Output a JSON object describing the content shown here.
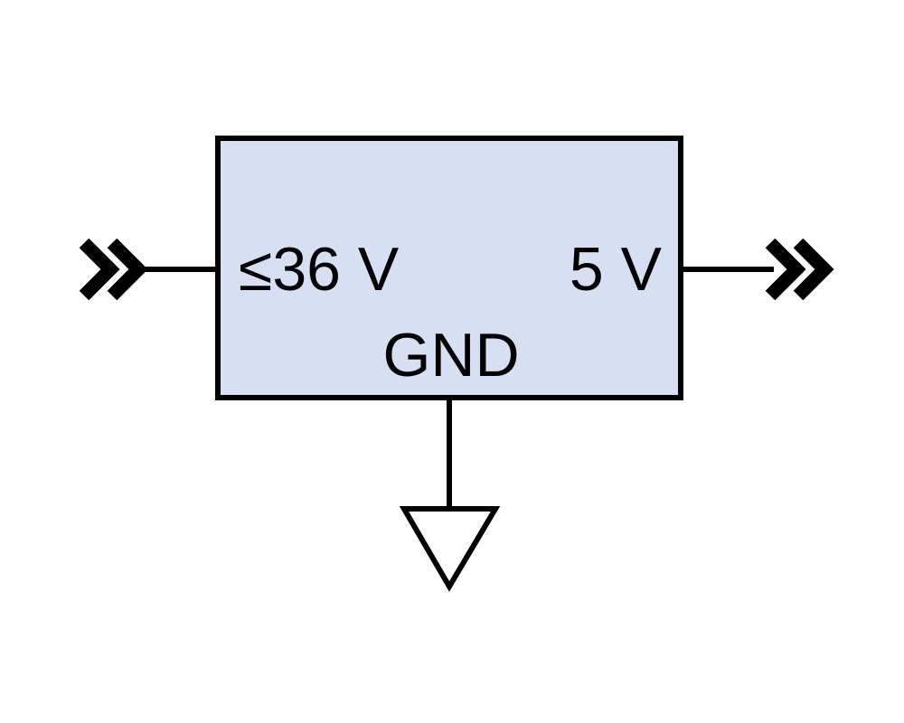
{
  "diagram": {
    "block": {
      "input_voltage_label": "≤36 V",
      "output_voltage_label": "5 V",
      "ground_label": "GND"
    },
    "icons": {
      "input_connector": "double-chevron-right",
      "output_connector": "double-chevron-right",
      "ground_symbol": "ground-triangle"
    },
    "colors": {
      "background": "#FFFFFF",
      "block_fill": "#D6E0F2",
      "stroke": "#000000",
      "ground_fill": "#FFFFFF"
    }
  }
}
